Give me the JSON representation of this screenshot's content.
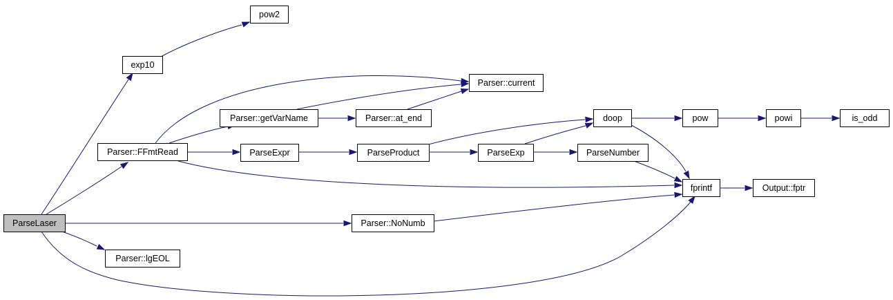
{
  "graph": {
    "edge_color": "#191970",
    "root_fill": "#bfbfbf",
    "nodes": [
      {
        "id": "parselaser",
        "label": "ParseLaser",
        "root": true
      },
      {
        "id": "exp10",
        "label": "exp10"
      },
      {
        "id": "pow2",
        "label": "pow2"
      },
      {
        "id": "ffmtread",
        "label": "Parser::FFmtRead"
      },
      {
        "id": "current",
        "label": "Parser::current"
      },
      {
        "id": "getvarname",
        "label": "Parser::getVarName"
      },
      {
        "id": "atend",
        "label": "Parser::at_end"
      },
      {
        "id": "parseexpr",
        "label": "ParseExpr"
      },
      {
        "id": "parseproduct",
        "label": "ParseProduct"
      },
      {
        "id": "parseexp",
        "label": "ParseExp"
      },
      {
        "id": "parsenumber",
        "label": "ParseNumber"
      },
      {
        "id": "doop",
        "label": "doop"
      },
      {
        "id": "pow",
        "label": "pow"
      },
      {
        "id": "powi",
        "label": "powi"
      },
      {
        "id": "isodd",
        "label": "is_odd"
      },
      {
        "id": "fprintf",
        "label": "fprintf"
      },
      {
        "id": "fptr",
        "label": "Output::fptr"
      },
      {
        "id": "nonumb",
        "label": "Parser::NoNumb"
      },
      {
        "id": "lgeol",
        "label": "Parser::lgEOL"
      }
    ],
    "edges": [
      {
        "from": "parselaser",
        "to": "exp10"
      },
      {
        "from": "exp10",
        "to": "pow2"
      },
      {
        "from": "parselaser",
        "to": "ffmtread"
      },
      {
        "from": "ffmtread",
        "to": "current"
      },
      {
        "from": "ffmtread",
        "to": "getvarname"
      },
      {
        "from": "getvarname",
        "to": "current"
      },
      {
        "from": "getvarname",
        "to": "atend"
      },
      {
        "from": "atend",
        "to": "current"
      },
      {
        "from": "ffmtread",
        "to": "parseexpr"
      },
      {
        "from": "parseexpr",
        "to": "parseproduct"
      },
      {
        "from": "parseproduct",
        "to": "doop"
      },
      {
        "from": "parseproduct",
        "to": "parseexp"
      },
      {
        "from": "parseexp",
        "to": "doop"
      },
      {
        "from": "parseexp",
        "to": "parsenumber"
      },
      {
        "from": "doop",
        "to": "pow"
      },
      {
        "from": "pow",
        "to": "powi"
      },
      {
        "from": "powi",
        "to": "isodd"
      },
      {
        "from": "doop",
        "to": "fprintf"
      },
      {
        "from": "parsenumber",
        "to": "fprintf"
      },
      {
        "from": "ffmtread",
        "to": "fprintf"
      },
      {
        "from": "fprintf",
        "to": "fptr"
      },
      {
        "from": "parselaser",
        "to": "nonumb"
      },
      {
        "from": "nonumb",
        "to": "fprintf"
      },
      {
        "from": "parselaser",
        "to": "lgeol"
      },
      {
        "from": "parselaser",
        "to": "fprintf"
      }
    ]
  }
}
